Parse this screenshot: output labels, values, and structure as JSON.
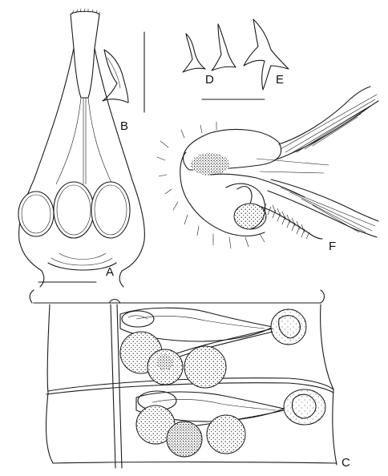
{
  "figure_labels": {
    "a": "A",
    "b": "B",
    "c": "C",
    "d": "D",
    "e": "E",
    "f": "F"
  },
  "palette": {
    "ink": "#1a1a1a",
    "paper": "#ffffff"
  }
}
